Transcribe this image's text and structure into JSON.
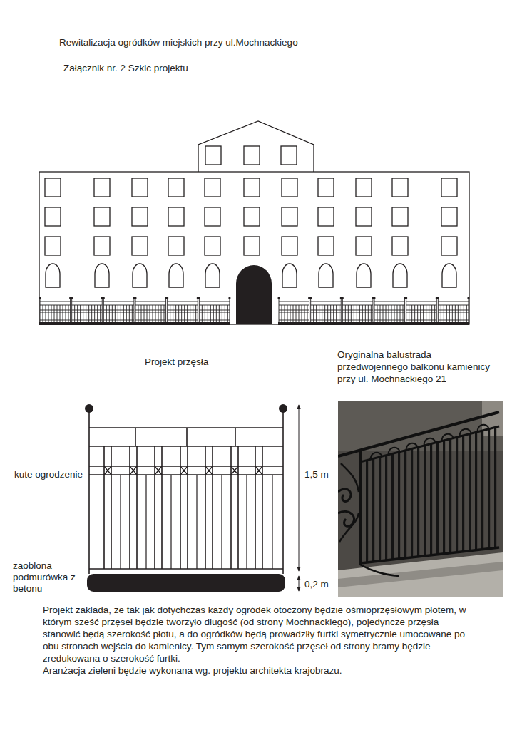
{
  "diagram": {
    "title": "Rewitalizacja ogródków miejskich przy ul.Mochnackiego",
    "labels": [
      "Załącznik nr. 2 Szkic projektu",
      "Projekt przęsła",
      "Oryginalna balustrada przedwojennego balkonu kamienicy przy ul. Mochnackiego 21",
      "kute ogrodzenie",
      "1,5 m",
      "zaoblona podmurówka z betonu",
      "0,2 m",
      "Projekt zakłada, że tak jak dotychczas każdy ogródek otoczony będzie ośmioprzęsłowym płotem, w którym sześć przęseł będzie tworzyło długość (od strony Mochnackiego), pojedyncze przęsła stanowić będą szerokość płotu, a do ogródków będą prowadziły furtki symetrycznie umocowane po obu stronach wejścia do kamienicy. Tym samym szerokość przęseł od strony bramy będzie zredukowana o szerokość furtki.",
      "Aranżacja zieleni będzie wykonana wg. projektu architekta krajobrazu."
    ]
  }
}
